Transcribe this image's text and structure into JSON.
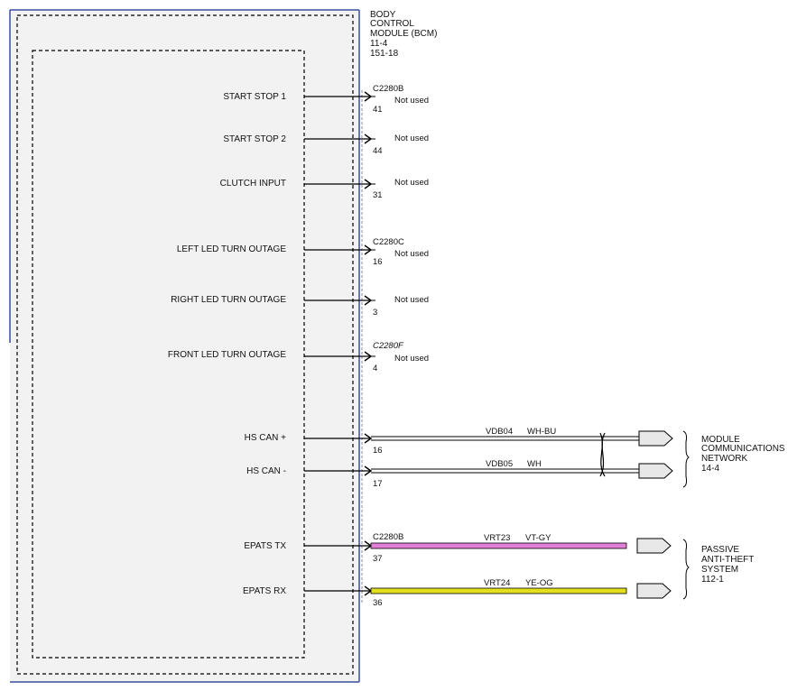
{
  "module": {
    "lines": [
      "BODY",
      "CONTROL",
      "MODULE (BCM)",
      "11-4",
      "151-18"
    ]
  },
  "pins": [
    {
      "label": "START STOP 1",
      "pin": "41",
      "connector": "C2280B",
      "status": "Not used"
    },
    {
      "label": "START STOP 2",
      "pin": "44",
      "connector": "",
      "status": "Not used"
    },
    {
      "label": "CLUTCH INPUT",
      "pin": "31",
      "connector": "",
      "status": "Not used"
    },
    {
      "label": "LEFT LED TURN OUTAGE",
      "pin": "16",
      "connector": "C2280C",
      "status": "Not used"
    },
    {
      "label": "RIGHT LED TURN OUTAGE",
      "pin": "3",
      "connector": "",
      "status": "Not used"
    },
    {
      "label": "FRONT LED TURN OUTAGE",
      "pin": "4",
      "connector": "C2280F",
      "status": "Not used"
    },
    {
      "label": "HS CAN +",
      "pin": "16",
      "connector": "",
      "circuit": "VDB04",
      "color": "WH-BU"
    },
    {
      "label": "HS CAN -",
      "pin": "17",
      "connector": "",
      "circuit": "VDB05",
      "color": "WH"
    },
    {
      "label": "EPATS TX",
      "pin": "37",
      "connector": "C2280B",
      "circuit": "VRT23",
      "color": "VT-GY"
    },
    {
      "label": "EPATS RX",
      "pin": "36",
      "connector": "",
      "circuit": "VRT24",
      "color": "YE-OG"
    }
  ],
  "destinations": [
    {
      "lines": [
        "MODULE",
        "COMMUNICATIONS",
        "NETWORK",
        "14-4"
      ]
    },
    {
      "lines": [
        "PASSIVE",
        "ANTI-THEFT",
        "SYSTEM",
        "112-1"
      ]
    }
  ],
  "wire_colors": {
    "epats_tx": "#e27fd6",
    "epats_rx": "#e3df1c",
    "module_fill": "#f2f2f2",
    "module_border": "#3a4fa0"
  }
}
